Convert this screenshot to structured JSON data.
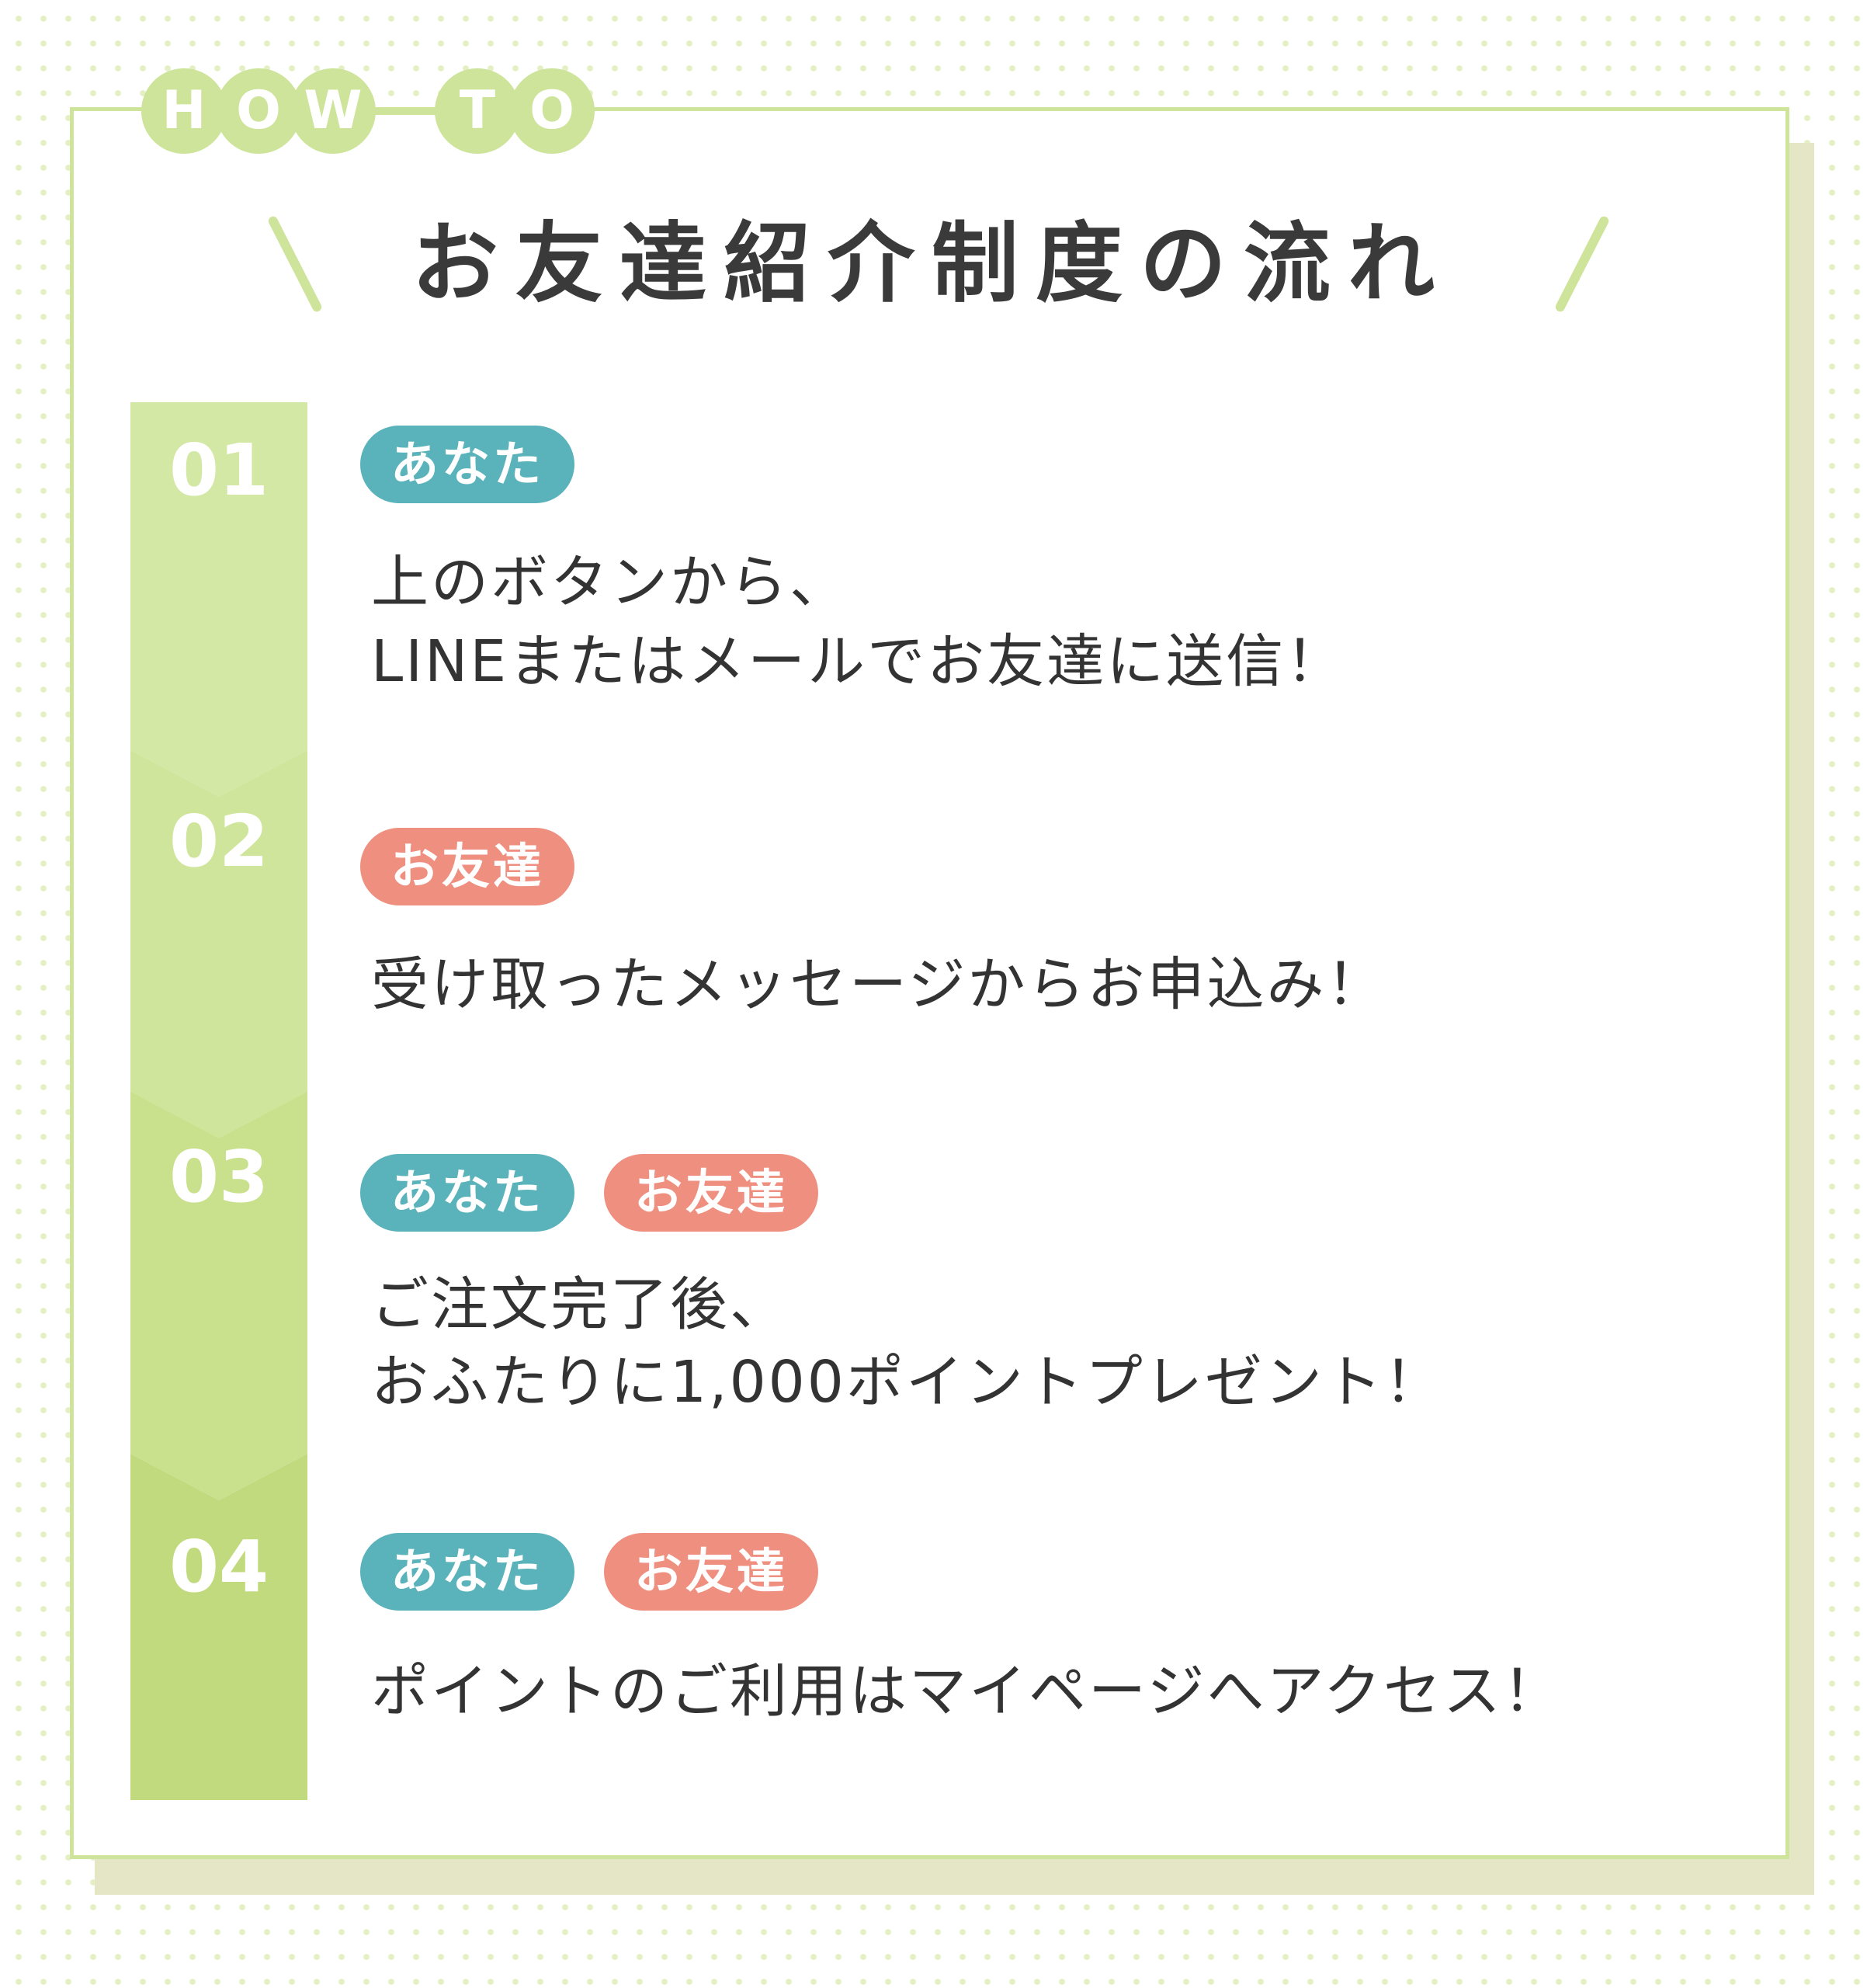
{
  "header": {
    "howto_letters": [
      "H",
      "O",
      "W",
      "T",
      "O"
    ],
    "title": "お友達紹介制度の流れ"
  },
  "colors": {
    "accent_green": "#cde49a",
    "you_tag": "#5ab3bb",
    "friend_tag": "#ef8f7f",
    "shadow": "#e5e6c6"
  },
  "steps": [
    {
      "number": "01",
      "tags": [
        "あなた"
      ],
      "lines": [
        "上のボタンから、",
        "LINEまたはメールでお友達に送信！"
      ]
    },
    {
      "number": "02",
      "tags": [
        "お友達"
      ],
      "lines": [
        "受け取ったメッセージからお申込み！"
      ]
    },
    {
      "number": "03",
      "tags": [
        "あなた",
        "お友達"
      ],
      "lines": [
        "ご注文完了後、",
        "おふたりに1,000ポイントプレゼント！"
      ]
    },
    {
      "number": "04",
      "tags": [
        "あなた",
        "お友達"
      ],
      "lines": [
        "ポイントのご利用はマイページへアクセス！"
      ]
    }
  ]
}
